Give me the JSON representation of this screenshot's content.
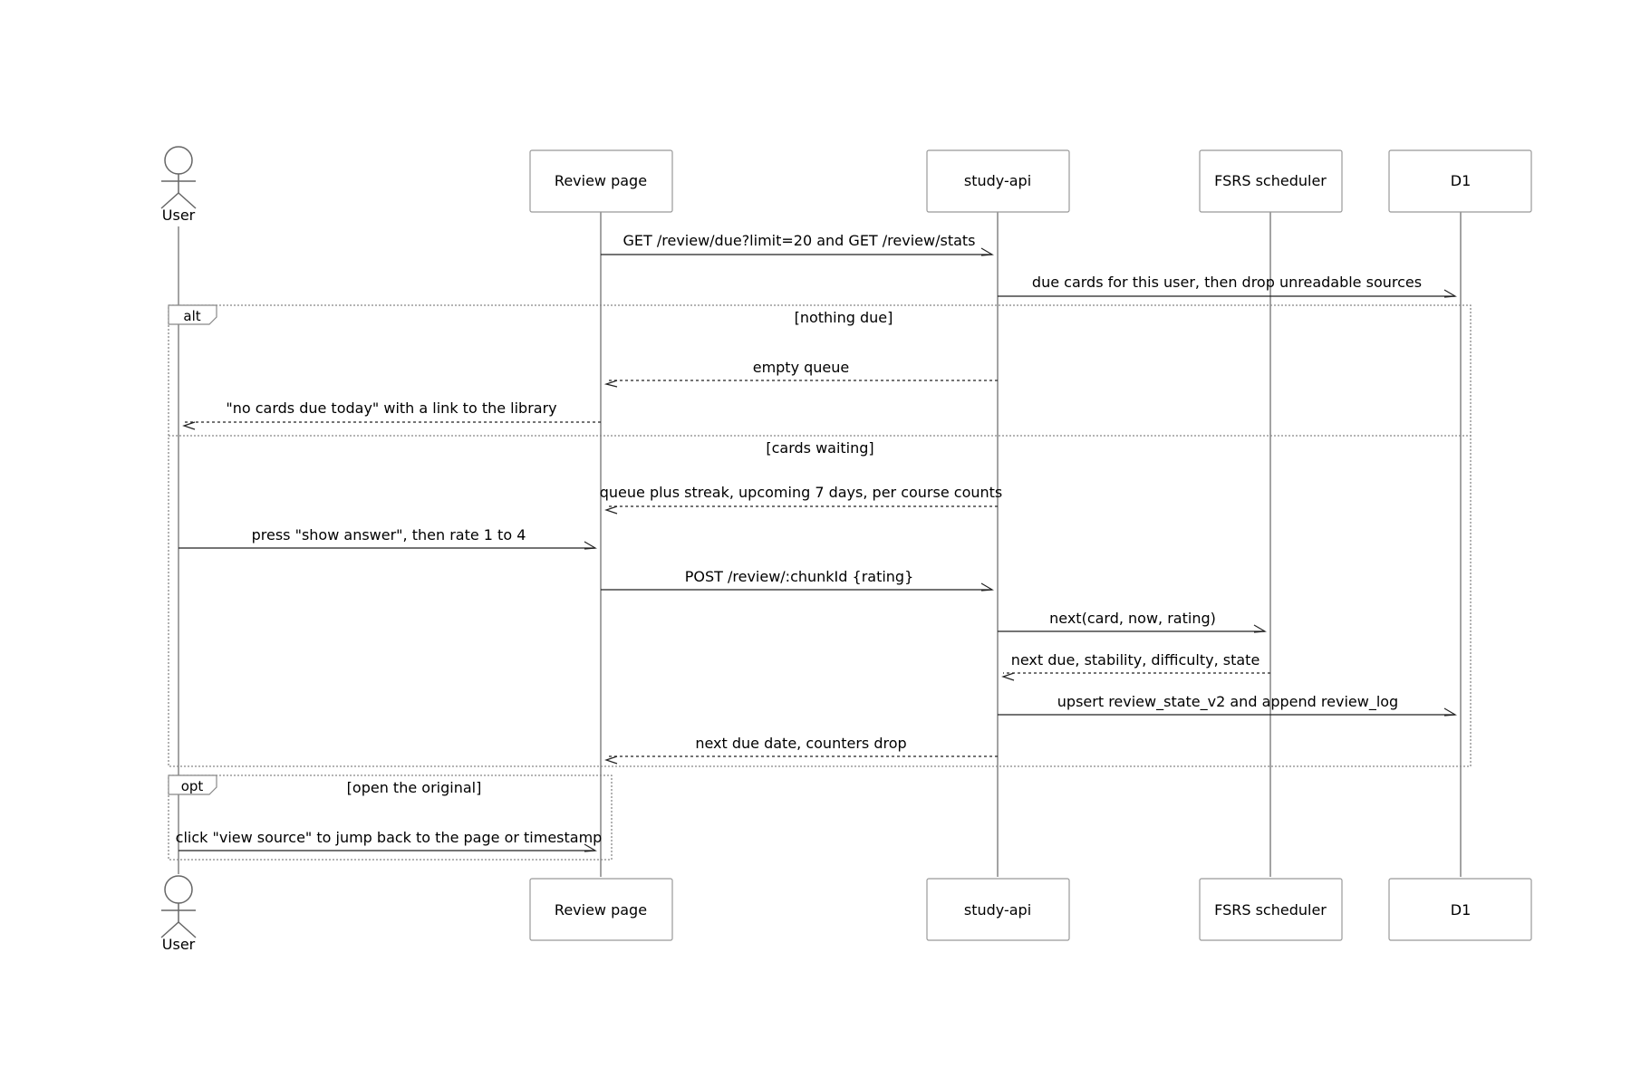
{
  "participants": [
    {
      "id": "user",
      "label": "User",
      "kind": "actor"
    },
    {
      "id": "review",
      "label": "Review page",
      "kind": "box"
    },
    {
      "id": "api",
      "label": "study-api",
      "kind": "box"
    },
    {
      "id": "fsrs",
      "label": "FSRS scheduler",
      "kind": "box"
    },
    {
      "id": "d1",
      "label": "D1",
      "kind": "box"
    }
  ],
  "messages": [
    {
      "from": "review",
      "to": "api",
      "text": "GET /review/due?limit=20 and GET /review/stats",
      "style": "solid"
    },
    {
      "from": "api",
      "to": "d1",
      "text": "due cards for this user, then drop unreadable sources",
      "style": "solid"
    },
    {
      "from": "api",
      "to": "review",
      "text": "empty queue",
      "style": "dashed"
    },
    {
      "from": "review",
      "to": "user",
      "text": "\"no cards due today\" with a link to the library",
      "style": "dashed"
    },
    {
      "from": "api",
      "to": "review",
      "text": "queue plus streak, upcoming 7 days, per course counts",
      "style": "dashed"
    },
    {
      "from": "user",
      "to": "review",
      "text": "press \"show answer\", then rate 1 to 4",
      "style": "solid"
    },
    {
      "from": "review",
      "to": "api",
      "text": "POST /review/:chunkId {rating}",
      "style": "solid"
    },
    {
      "from": "api",
      "to": "fsrs",
      "text": "next(card, now, rating)",
      "style": "solid"
    },
    {
      "from": "fsrs",
      "to": "api",
      "text": "next due, stability, difficulty, state",
      "style": "dashed"
    },
    {
      "from": "api",
      "to": "d1",
      "text": "upsert review_state_v2 and append review_log",
      "style": "solid"
    },
    {
      "from": "api",
      "to": "review",
      "text": "next due date, counters drop",
      "style": "dashed"
    },
    {
      "from": "user",
      "to": "review",
      "text": "click \"view source\" to jump back to the page or timestamp",
      "style": "solid"
    }
  ],
  "fragments": [
    {
      "keyword": "alt",
      "conditions": [
        "[nothing due]",
        "[cards waiting]"
      ]
    },
    {
      "keyword": "opt",
      "conditions": [
        "[open the original]"
      ]
    }
  ],
  "colors": {
    "line": "#666666",
    "box_border": "#999999",
    "text": "#000000"
  }
}
